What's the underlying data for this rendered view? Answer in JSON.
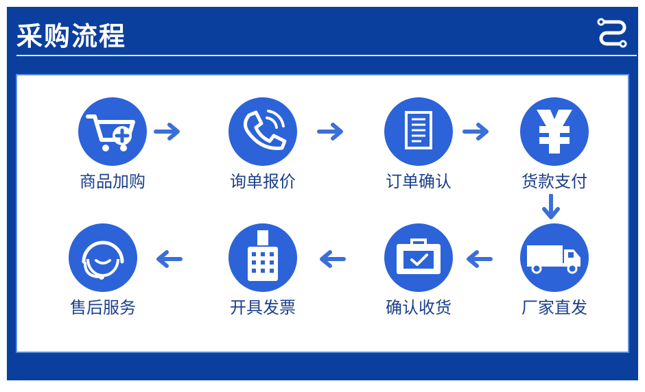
{
  "title": "采购流程",
  "colors": {
    "frame": "#0a3f9e",
    "circle": "#2c63d8",
    "arrow": "#3a6fd9",
    "label": "#1b3f8c"
  },
  "icons": {
    "header": "flow-route-icon",
    "step1": "shopping-cart-add-icon",
    "step2": "phone-call-icon",
    "step3": "document-icon",
    "step4": "yen-icon",
    "step5": "delivery-truck-icon",
    "step6": "briefcase-check-icon",
    "step7": "invoice-printer-icon",
    "step8": "headset-service-icon"
  },
  "steps": [
    {
      "label": "商品加购"
    },
    {
      "label": "询单报价"
    },
    {
      "label": "订单确认"
    },
    {
      "label": "货款支付"
    },
    {
      "label": "厂家直发"
    },
    {
      "label": "确认收货"
    },
    {
      "label": "开具发票"
    },
    {
      "label": "售后服务"
    }
  ]
}
